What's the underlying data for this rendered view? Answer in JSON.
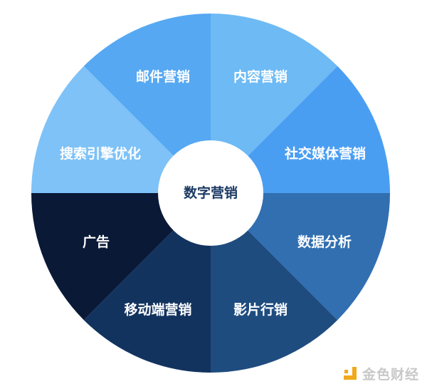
{
  "center": {
    "label": "数字营销",
    "color": "#ffffff",
    "text_color": "#1c3a63"
  },
  "segments": [
    {
      "label": "内容营销",
      "color": "#6dbaf5"
    },
    {
      "label": "社交媒体营销",
      "color": "#4a9ef2"
    },
    {
      "label": "数据分析",
      "color": "#316fb1"
    },
    {
      "label": "影片行销",
      "color": "#1f4c7f"
    },
    {
      "label": "移动端营销",
      "color": "#13335f"
    },
    {
      "label": "广告",
      "color": "#0a1936"
    },
    {
      "label": "搜索引擎优化",
      "color": "#7ec2f7"
    },
    {
      "label": "邮件营销",
      "color": "#56a8f2"
    }
  ],
  "watermark": {
    "text": "金色财经"
  }
}
